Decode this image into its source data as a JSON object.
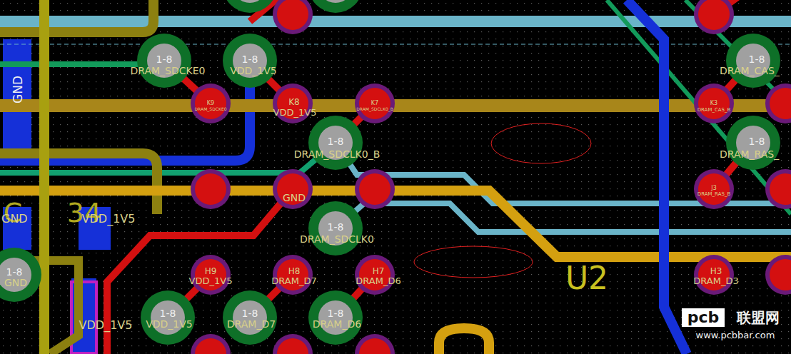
{
  "diagram": {
    "labels": [
      "1-8",
      "DRAM_SDCKE0",
      "1-8",
      "VDD_1V5",
      "1-8",
      "DRAM_CAS_",
      "GND",
      "K9",
      "DRAM_SDCKE0",
      "K8",
      "VDD_1V5",
      "K7",
      "DRAM_SDCLK0_B",
      "K3",
      "DRAM_CAS_B",
      "1-8",
      "DRAM_SDCLK0_B",
      "1-8",
      "DRAM_RAS_",
      "GND",
      "J3",
      "DRAM_RAS_B",
      "C",
      "34",
      "GND",
      "VDD_1V5",
      "1-8",
      "DRAM_SDCLK0",
      "1-8",
      "GND",
      "H9",
      "VDD_1V5",
      "H8",
      "DRAM_D7",
      "H7",
      "DRAM_D6",
      "U2",
      "H3",
      "DRAM_D3",
      "1-8",
      "VDD_1V5",
      "1-8",
      "DRAM_D7",
      "1-8",
      "DRAM_D6",
      "VDD_1V5",
      "pcb",
      "联盟网",
      "www.pcbbar.com"
    ]
  }
}
